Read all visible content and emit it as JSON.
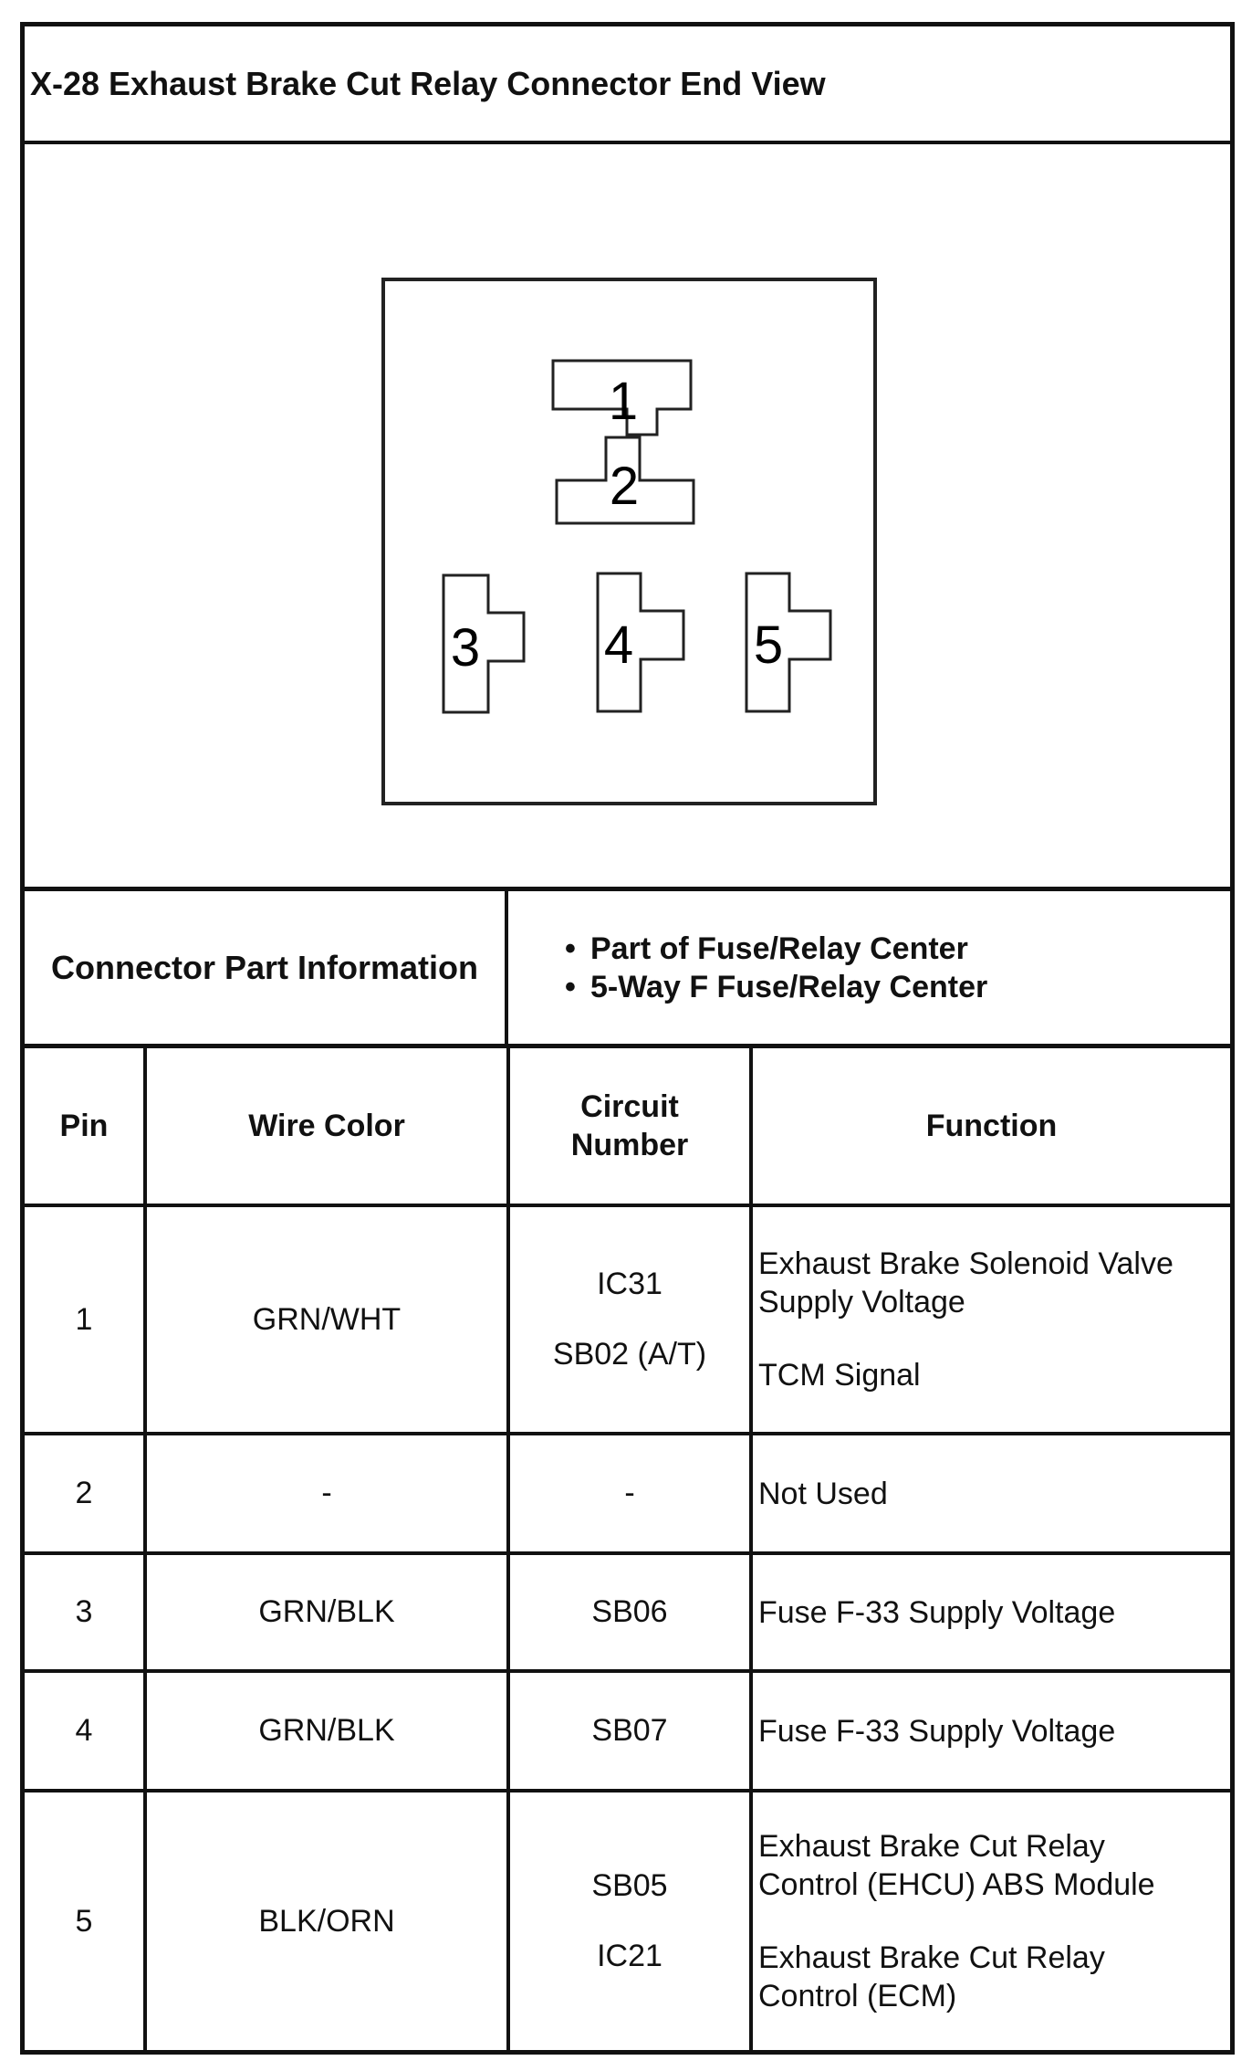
{
  "title": "X-28 Exhaust Brake Cut Relay Connector End View",
  "diagram": {
    "terminals": [
      "1",
      "2",
      "3",
      "4",
      "5"
    ]
  },
  "connector_info": {
    "label": "Connector Part Information",
    "bullet_glyph": "•",
    "items": [
      "Part of Fuse/Relay Center",
      "5-Way F Fuse/Relay Center"
    ]
  },
  "table": {
    "headers": {
      "pin": "Pin",
      "wire_color": "Wire Color",
      "circuit_line1": "Circuit",
      "circuit_line2": "Number",
      "function": "Function"
    },
    "rows": [
      {
        "pin": "1",
        "wire_color": "GRN/WHT",
        "circuits": [
          "IC31",
          "SB02 (A/T)"
        ],
        "functions": [
          [
            "Exhaust Brake Solenoid Valve",
            "Supply Voltage"
          ],
          [
            "TCM Signal"
          ]
        ]
      },
      {
        "pin": "2",
        "wire_color": "-",
        "circuits": [
          "-"
        ],
        "functions": [
          [
            "Not Used"
          ]
        ]
      },
      {
        "pin": "3",
        "wire_color": "GRN/BLK",
        "circuits": [
          "SB06"
        ],
        "functions": [
          [
            "Fuse F-33 Supply Voltage"
          ]
        ]
      },
      {
        "pin": "4",
        "wire_color": "GRN/BLK",
        "circuits": [
          "SB07"
        ],
        "functions": [
          [
            "Fuse F-33 Supply Voltage"
          ]
        ]
      },
      {
        "pin": "5",
        "wire_color": "BLK/ORN",
        "circuits": [
          "SB05",
          "IC21"
        ],
        "functions": [
          [
            "Exhaust Brake Cut Relay",
            "Control (EHCU) ABS Module"
          ],
          [
            "Exhaust Brake Cut Relay",
            "Control (ECM)"
          ]
        ]
      }
    ]
  }
}
